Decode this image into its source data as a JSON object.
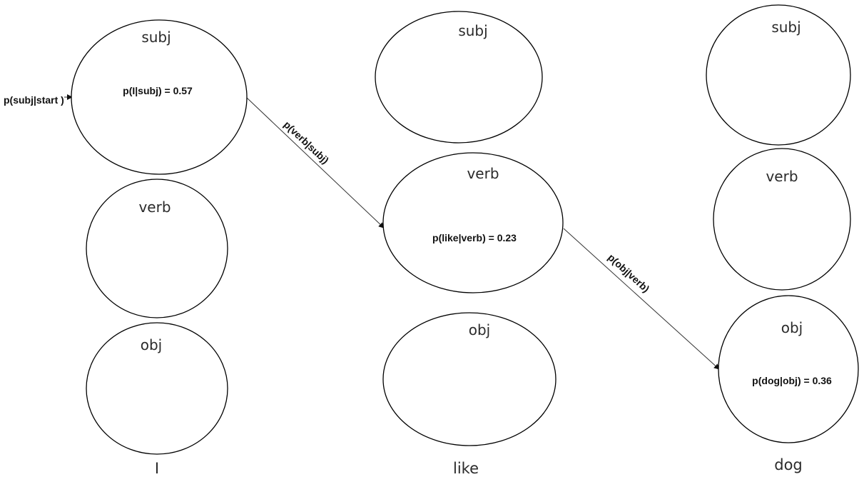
{
  "columns": [
    {
      "word": "I",
      "states": [
        {
          "label": "subj",
          "emission": "p(I|subj) = 0.57"
        },
        {
          "label": "verb",
          "emission": ""
        },
        {
          "label": "obj",
          "emission": ""
        }
      ]
    },
    {
      "word": "like",
      "states": [
        {
          "label": "subj",
          "emission": ""
        },
        {
          "label": "verb",
          "emission": "p(like|verb) = 0.23"
        },
        {
          "label": "obj",
          "emission": ""
        }
      ]
    },
    {
      "word": "dog",
      "states": [
        {
          "label": "subj",
          "emission": ""
        },
        {
          "label": "verb",
          "emission": ""
        },
        {
          "label": "obj",
          "emission": "p(dog|obj) = 0.36"
        }
      ]
    }
  ],
  "transitions": {
    "start": "p(subj|start )",
    "subj_to_verb": "p(verb|subj)",
    "verb_to_obj": "p(obj|verb)"
  },
  "colors": {
    "stroke": "#000000",
    "text": "#2b2b2b",
    "background": "#ffffff"
  }
}
